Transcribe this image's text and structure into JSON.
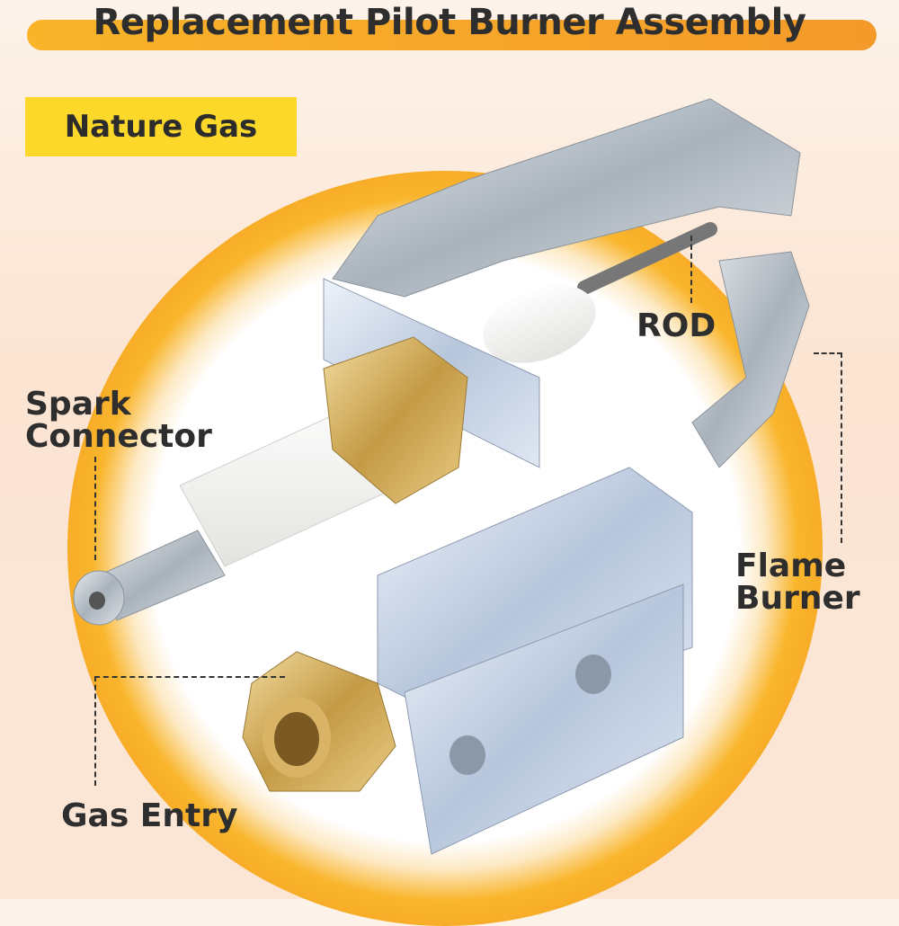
{
  "title": "Replacement Pilot Burner Assembly",
  "badge": "Nature Gas",
  "labels": {
    "rod": "ROD",
    "spark_line1": "Spark",
    "spark_line2": "Connector",
    "flame_line1": "Flame",
    "flame_line2": "Burner",
    "gas_entry": "Gas Entry"
  },
  "colors": {
    "accent": "#f7a624",
    "badge": "#fbd82a"
  }
}
